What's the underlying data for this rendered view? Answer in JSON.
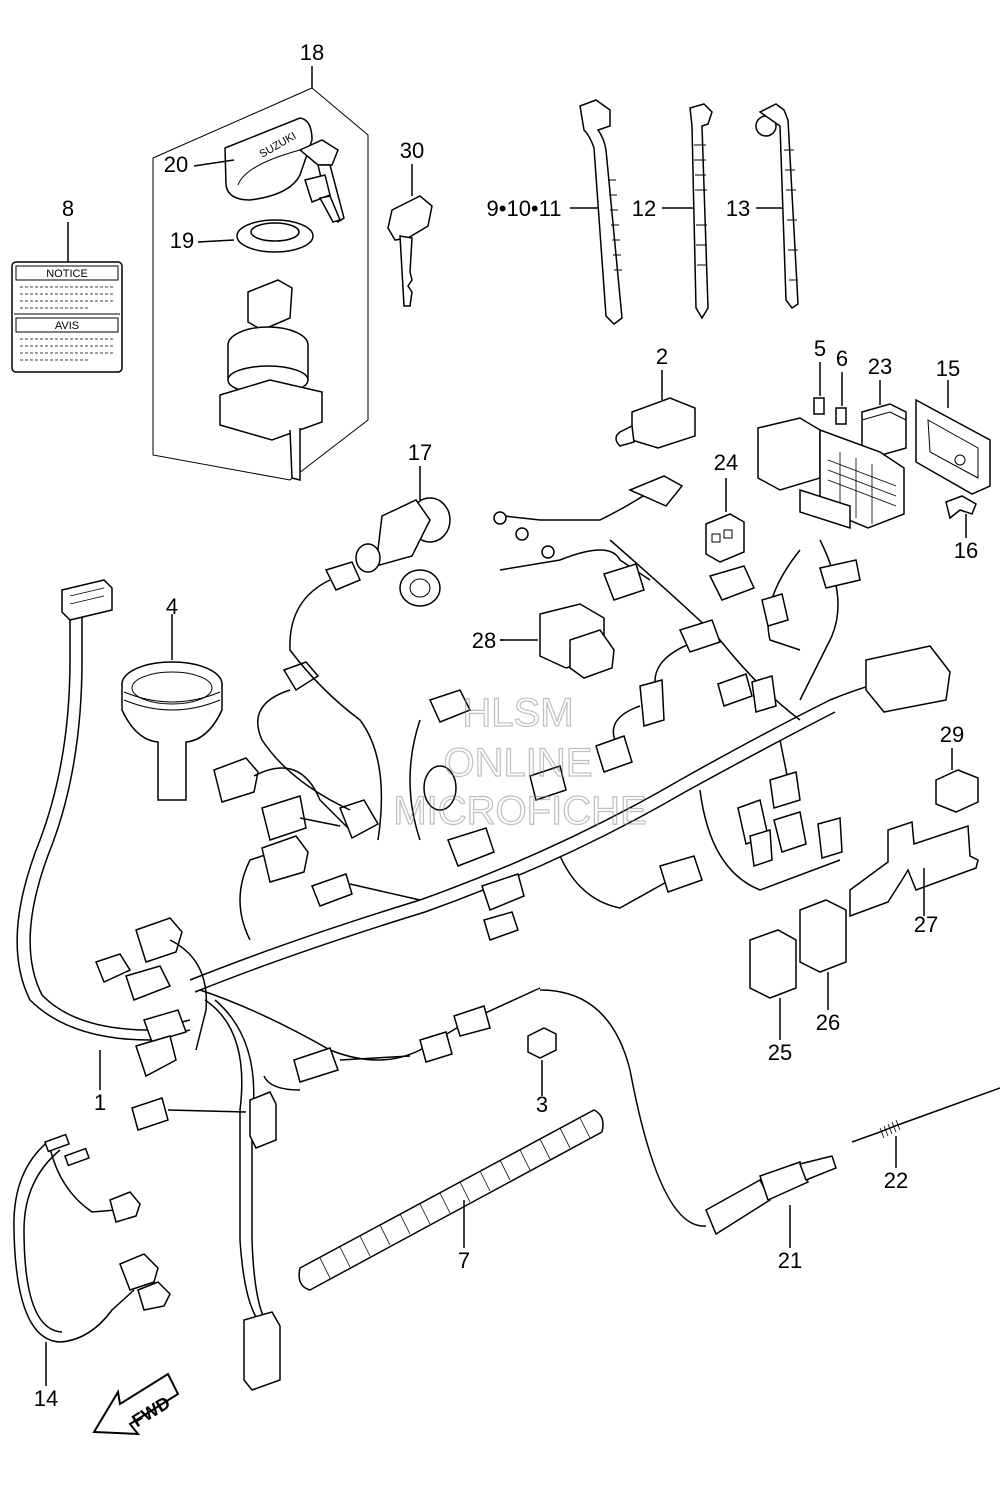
{
  "callouts": {
    "c1": "1",
    "c2": "2",
    "c3": "3",
    "c4": "4",
    "c5": "5",
    "c6": "6",
    "c7": "7",
    "c8": "8",
    "c9_10_11": "9•10•11",
    "c12": "12",
    "c13": "13",
    "c14": "14",
    "c15": "15",
    "c16": "16",
    "c17": "17",
    "c18": "18",
    "c19": "19",
    "c20": "20",
    "c21": "21",
    "c22": "22",
    "c23": "23",
    "c24": "24",
    "c25": "25",
    "c26": "26",
    "c27": "27",
    "c28": "28",
    "c29": "29",
    "c30": "30"
  },
  "label_plate": {
    "notice": "NOTICE",
    "avis": "AVIS"
  },
  "key_brand": "SUZUKI",
  "direction_arrow": {
    "text": "FWD"
  },
  "watermark": {
    "line1": "HLSM",
    "line2": "ONLINE",
    "line3": "MICROFICHE"
  },
  "icons": [
    "fwd-arrow-icon"
  ]
}
